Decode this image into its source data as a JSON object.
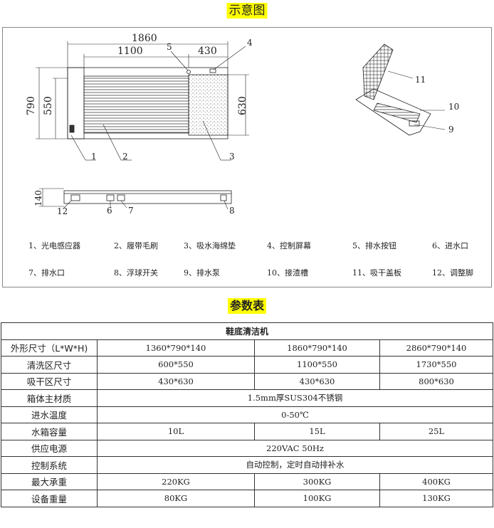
{
  "diagram_title": "示意图",
  "params_title": "参数表",
  "dimensions": {
    "total_length": "1860",
    "wash_length": "1100",
    "dry_length": "430",
    "total_width": "790",
    "wash_width": "550",
    "dry_width": "630",
    "height": "140"
  },
  "callouts": [
    "1",
    "2",
    "3",
    "4",
    "5",
    "6",
    "7",
    "8",
    "9",
    "10",
    "11",
    "12"
  ],
  "legend": [
    "1、光电感应器",
    "2、履带毛刷",
    "3、吸水海绵垫",
    "4、控制屏幕",
    "5、排水按钮",
    "6、进水口",
    "7、排水口",
    "8、浮球开关",
    "9、排水泵",
    "10、接渣槽",
    "11、吸干盖板",
    "12、调整脚"
  ],
  "table": {
    "title": "鞋底清洁机",
    "rows": [
      {
        "label": "外形尺寸（L*W*H)",
        "cells": [
          "1360*790*140",
          "1860*790*140",
          "2860*790*140"
        ]
      },
      {
        "label": "清洗区尺寸",
        "cells": [
          "600*550",
          "1100*550",
          "1730*550"
        ]
      },
      {
        "label": "吸干区尺寸",
        "cells": [
          "430*630",
          "430*630",
          "800*630"
        ]
      },
      {
        "label": "箱体主材质",
        "cells": [
          "1.5mm厚SUS304不锈钢"
        ]
      },
      {
        "label": "进水温度",
        "cells": [
          "0-50℃"
        ]
      },
      {
        "label": "水箱容量",
        "cells": [
          "10L",
          "15L",
          "25L"
        ]
      },
      {
        "label": "供应电源",
        "cells": [
          "220VAC  50Hz"
        ]
      },
      {
        "label": "控制系统",
        "cells": [
          "自动控制，定时自动排补水"
        ]
      },
      {
        "label": "最大承重",
        "cells": [
          "220KG",
          "300KG",
          "400KG"
        ]
      },
      {
        "label": "设备重量",
        "cells": [
          "80KG",
          "100KG",
          "130KG"
        ]
      }
    ]
  }
}
